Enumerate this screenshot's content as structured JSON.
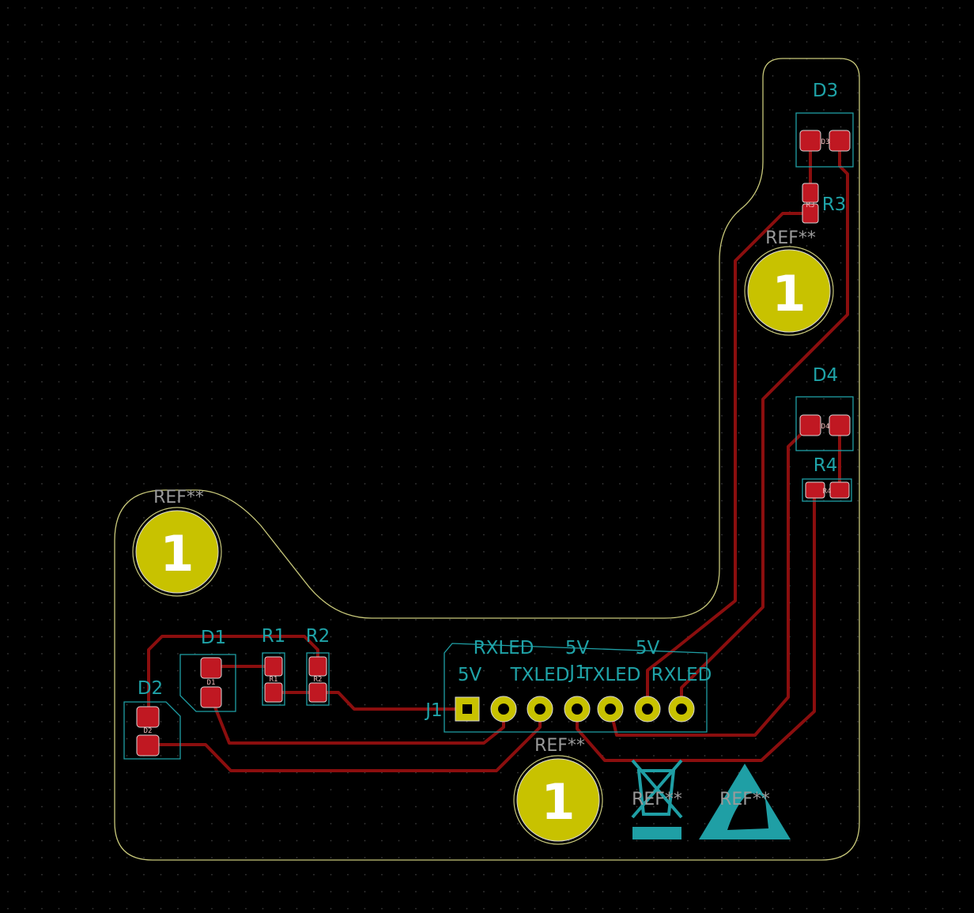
{
  "board": {
    "background": "#000000",
    "edge_color": "#c8c87a",
    "copper_color": "#8b0e0e",
    "pad_color": "#c01822",
    "tht_pad_color": "#c8c200",
    "silk_color": "#1fa3a8"
  },
  "labels": {
    "d1": "D1",
    "d2": "D2",
    "d3": "D3",
    "d4": "D4",
    "r1": "R1",
    "r2": "R2",
    "r3": "R3",
    "r4": "R4",
    "j1": "J1",
    "ref": "REF**",
    "mh_pad": "1"
  },
  "connector_pins": {
    "top_row": [
      "RXLED",
      "5V",
      "5V"
    ],
    "bottom_row": [
      "5V",
      "TXLED",
      "TXLED",
      "RXLED"
    ]
  },
  "fab_text": {
    "d1": "D1",
    "d2": "D2",
    "d3": "D3",
    "d4": "D4",
    "r1": "R1",
    "r2": "R2",
    "r3": "R3",
    "r4": "R4"
  },
  "icons": [
    "weee-symbol-icon",
    "esd-warning-icon"
  ]
}
